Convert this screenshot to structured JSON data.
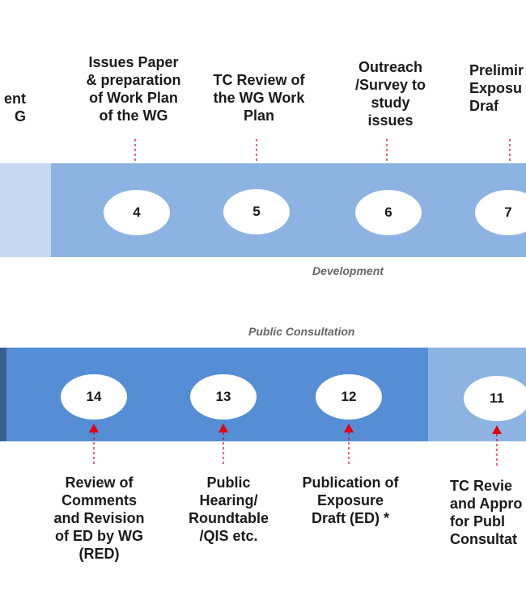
{
  "colors": {
    "band_light": "#c6d9f1",
    "band_mid": "#8db3e2",
    "band_dark": "#558ed5",
    "band_edge": "#376092",
    "arrow": "#e3000f"
  },
  "top_row": {
    "labels": {
      "l0": "ent\nG",
      "l4": "Issues Paper\n& preparation\nof Work Plan\nof the WG",
      "l5": "TC Review of\nthe WG Work\nPlan",
      "l6": "Outreach\n/Survey to\nstudy\nissues",
      "l7": "Prelimir\nExposu\nDraf"
    },
    "steps": {
      "s4": "4",
      "s5": "5",
      "s6": "6",
      "s7": "7"
    },
    "phase_label": "Development"
  },
  "bottom_row": {
    "phase_label": "Public Consultation",
    "steps": {
      "s14": "14",
      "s13": "13",
      "s12": "12",
      "s11": "11"
    },
    "labels": {
      "l14": "Review of\nComments\nand Revision\nof ED by WG\n(RED)",
      "l13": "Public\nHearing/\nRoundtable\n/QIS etc.",
      "l12": "Publication of\nExposure\nDraft (ED) *",
      "l11": "TC Revie\nand Appro\nfor Publ\nConsultat"
    }
  }
}
